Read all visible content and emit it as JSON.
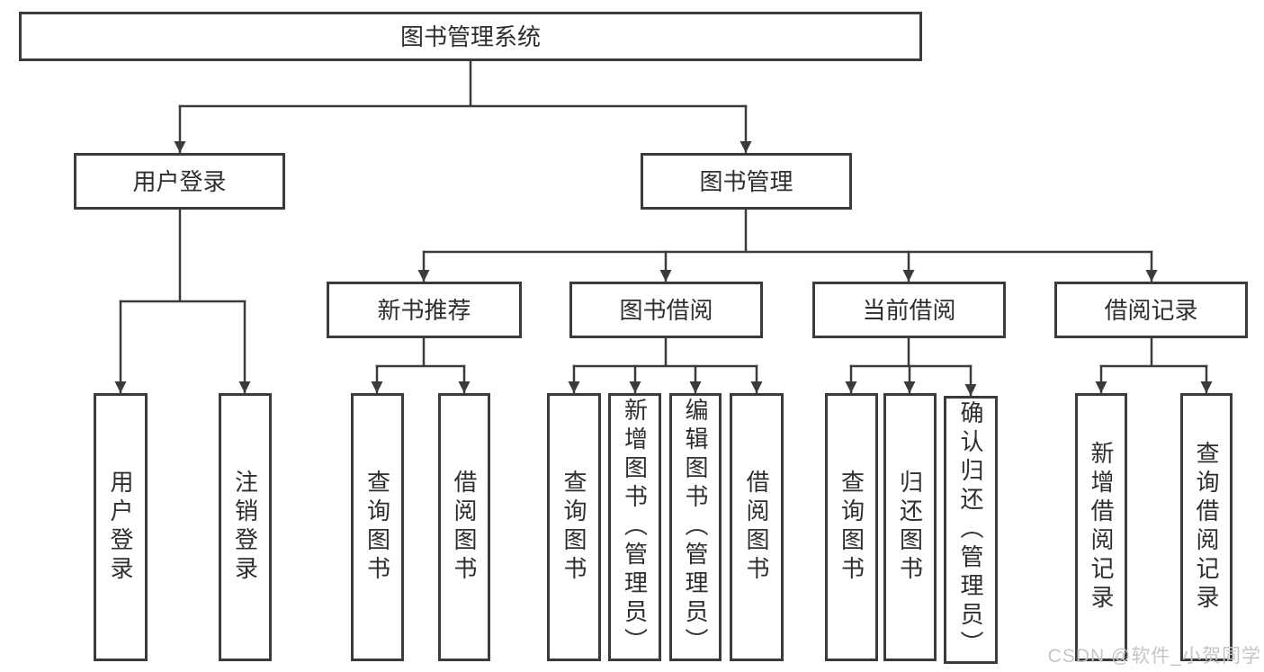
{
  "diagram": {
    "type": "hierarchy",
    "root": {
      "label": "图书管理系统"
    },
    "branches": [
      {
        "label": "用户登录",
        "children": [
          {
            "label": "用户登录"
          },
          {
            "label": "注销登录"
          }
        ]
      },
      {
        "label": "图书管理",
        "groups": [
          {
            "label": "新书推荐",
            "children": [
              {
                "label": "查询图书"
              },
              {
                "label": "借阅图书"
              }
            ]
          },
          {
            "label": "图书借阅",
            "children": [
              {
                "label": "查询图书"
              },
              {
                "label": "新增图书（管理员）"
              },
              {
                "label": "编辑图书（管理员）"
              },
              {
                "label": "借阅图书"
              }
            ]
          },
          {
            "label": "当前借阅",
            "children": [
              {
                "label": "查询图书"
              },
              {
                "label": "归还图书"
              },
              {
                "label": "确认归还（管理员）"
              }
            ]
          },
          {
            "label": "借阅记录",
            "children": [
              {
                "label": "新增借阅记录"
              },
              {
                "label": "查询借阅记录"
              }
            ]
          }
        ]
      }
    ]
  },
  "watermark": {
    "text": "CSDN @软件_小贺同学"
  },
  "colors": {
    "line": "#3b3b3b",
    "box_border": "#3b3b3b",
    "box_fill": "#ffffff",
    "text": "#2e2e2e",
    "watermark": "#c5c5c5",
    "background": "#ffffff"
  }
}
